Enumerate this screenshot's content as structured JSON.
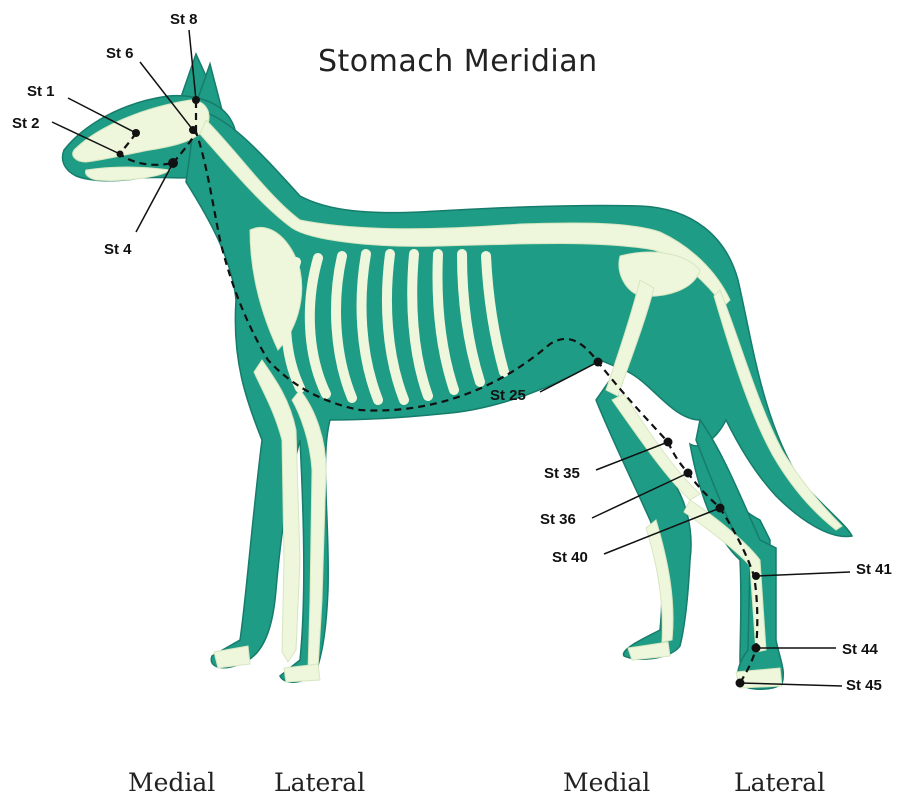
{
  "title": "Stomach Meridian",
  "colors": {
    "body": "#1f9c86",
    "bone": "#eef6dc",
    "line": "#111111",
    "background": "#ffffff"
  },
  "points": [
    {
      "id": "st1",
      "label": "St 1"
    },
    {
      "id": "st2",
      "label": "St 2"
    },
    {
      "id": "st4",
      "label": "St 4"
    },
    {
      "id": "st6",
      "label": "St 6"
    },
    {
      "id": "st8",
      "label": "St 8"
    },
    {
      "id": "st25",
      "label": "St 25"
    },
    {
      "id": "st35",
      "label": "St 35"
    },
    {
      "id": "st36",
      "label": "St 36"
    },
    {
      "id": "st40",
      "label": "St 40"
    },
    {
      "id": "st41",
      "label": "St 41"
    },
    {
      "id": "st44",
      "label": "St 44"
    },
    {
      "id": "st45",
      "label": "St 45"
    }
  ],
  "bottom_labels": {
    "front_medial": "Medial",
    "front_lateral": "Lateral",
    "hind_medial": "Medial",
    "hind_lateral": "Lateral"
  }
}
